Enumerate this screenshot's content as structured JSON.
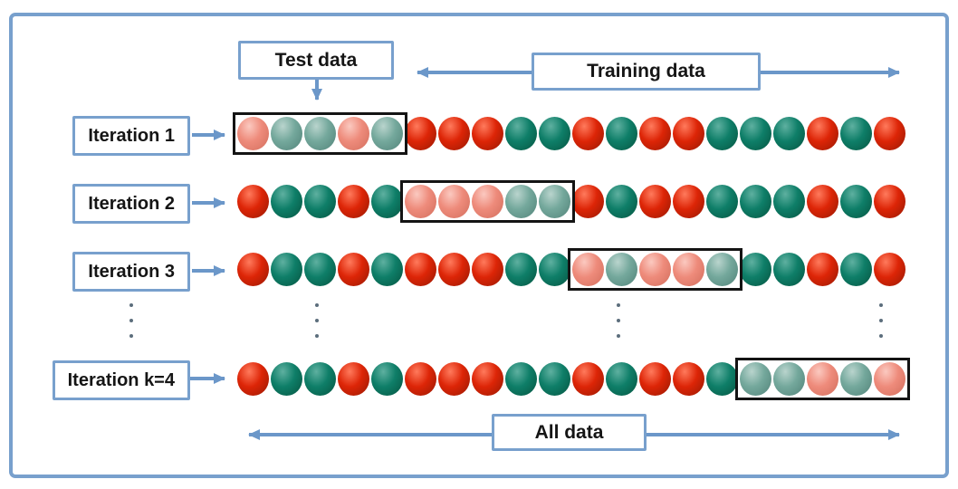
{
  "diagram": {
    "labels": {
      "test_data": "Test data",
      "training_data": "Training data",
      "all_data": "All data"
    },
    "rows": [
      {
        "label": "Iteration 1",
        "fold": 0
      },
      {
        "label": "Iteration 2",
        "fold": 1
      },
      {
        "label": "Iteration 3",
        "fold": 2
      },
      {
        "label": "Iteration k=4",
        "fold": 3
      }
    ],
    "fold_size": 5,
    "sequence": [
      "red",
      "teal",
      "teal",
      "red",
      "teal",
      "red",
      "red",
      "red",
      "teal",
      "teal",
      "red",
      "teal",
      "red",
      "red",
      "teal",
      "teal",
      "teal",
      "red",
      "teal",
      "red"
    ],
    "colors": {
      "red": "#dd2507",
      "teal": "#0e7e68",
      "red_faded": "#ee8b7b",
      "teal_faded": "#74a89c",
      "arrow_blue": "#6b97c9",
      "frame_blue": "#78a0cd",
      "test_box_border": "#141414"
    }
  }
}
